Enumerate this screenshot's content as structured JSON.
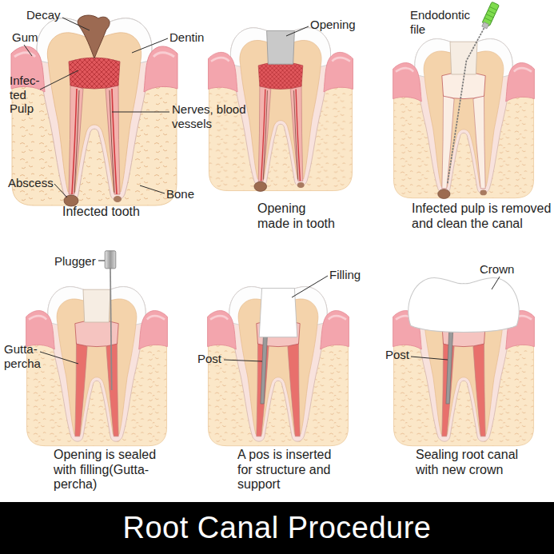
{
  "diagram": {
    "title": "Root Canal Procedure",
    "labels": [
      "Decay",
      "Gum",
      "Dentin",
      "Infec- ted Pulp",
      "Nerves, blood vessels",
      "Abscess",
      "Bone",
      "Infected tooth",
      "Opening",
      "Opening made in tooth",
      "Endodontic file",
      "Infected pulp is removed and clean the canal",
      "Plugger",
      "Gutta- percha",
      "Opening is sealed with filling(Gutta- percha)",
      "Filling",
      "Post",
      "A pos is inserted for structure and support",
      "Crown",
      "Post",
      "Sealing root canal with new crown"
    ]
  }
}
